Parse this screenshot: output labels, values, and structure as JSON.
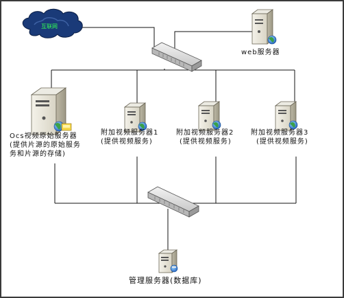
{
  "internet": {
    "label": "互联网",
    "icon": "cloud-icon"
  },
  "switches": [
    {
      "id": "top-switch",
      "icon": "network-switch-icon"
    },
    {
      "id": "bottom-switch",
      "icon": "network-switch-icon"
    }
  ],
  "servers": {
    "web": {
      "line1": "web服务器",
      "icon": "server-icon"
    },
    "ocs": {
      "line1": "Ocs视频原始服务器",
      "line2": "(提供片源的原始服务",
      "line3": "务和片源的存储)",
      "icon": "server-icon"
    },
    "extra1": {
      "line1": "附加视频服务器1",
      "line2": "(提供视频服务)",
      "icon": "server-icon"
    },
    "extra2": {
      "line1": "附加视频服务器2",
      "line2": "(提供视频服务)",
      "icon": "server-icon"
    },
    "extra3": {
      "line1": "附加视频服务器3",
      "line2": "(提供视频服务)",
      "icon": "server-icon"
    },
    "mgmt": {
      "line1": "管理服务器(数据库)",
      "icon": "database-server-icon"
    }
  }
}
